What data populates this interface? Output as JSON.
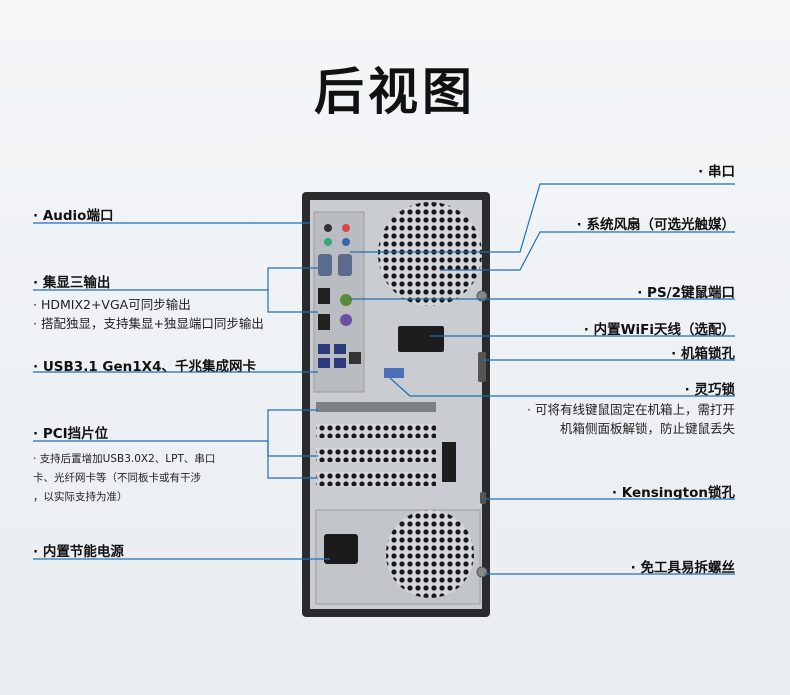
{
  "title": "后视图",
  "left": {
    "audio": "· Audio端口",
    "display": "· 集显三输出",
    "display_sub1": "· HDMIX2+VGA可同步输出",
    "display_sub2": "· 搭配独显，支持集显+独显端口同步输出",
    "usb": "· USB3.1 Gen1X4、千兆集成网卡",
    "pci": "· PCI挡片位",
    "pci_sub1": "· 支持后置增加USB3.0X2、LPT、串口",
    "pci_sub2": "  卡、光纤网卡等（不同板卡或有干涉",
    "pci_sub3": "  ，以实际支持为准）",
    "power": "· 内置节能电源"
  },
  "right": {
    "serial": "· 串口",
    "fan": "· 系统风扇（可选光触媒）",
    "ps2": "· PS/2键鼠端口",
    "wifi": "· 内置WiFi天线（选配）",
    "lock_hole": "· 机箱锁孔",
    "smart_lock": "· 灵巧锁",
    "smart_lock_sub1": "· 可将有线键鼠固定在机箱上，需打开",
    "smart_lock_sub2": "机箱侧面板解锁，防止键鼠丢失",
    "kensington": "· Kensington锁孔",
    "screws": "· 免工具易拆螺丝"
  },
  "colors": {
    "accent_line": "#1f6fb5",
    "chassis": "#2a2b2d",
    "panel": "#c9ccd0"
  }
}
